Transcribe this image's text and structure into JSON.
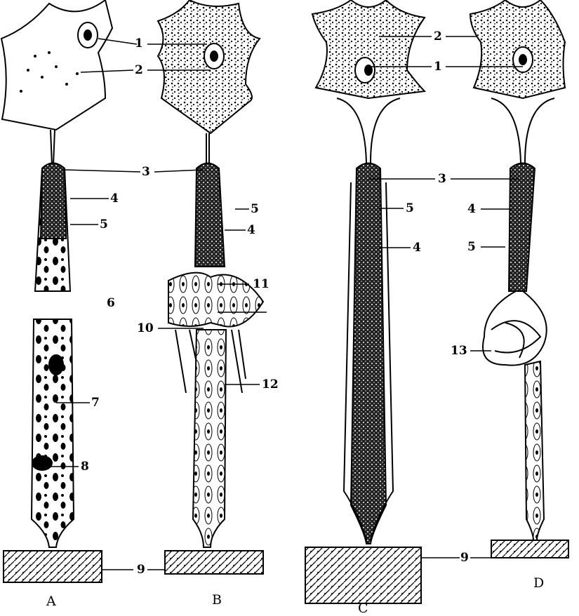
{
  "panels": {
    "a": "A",
    "b": "B",
    "c": "C",
    "d": "D"
  },
  "labels": {
    "l1": "1",
    "l2": "2",
    "l3": "3",
    "l4": "4",
    "l5": "5",
    "l6": "6",
    "l7": "7",
    "l8": "8",
    "l9": "9",
    "l10": "10",
    "l11": "11",
    "l12": "12",
    "l13": "13"
  },
  "colors": {
    "ink": "#000000",
    "paper": "#ffffff"
  }
}
